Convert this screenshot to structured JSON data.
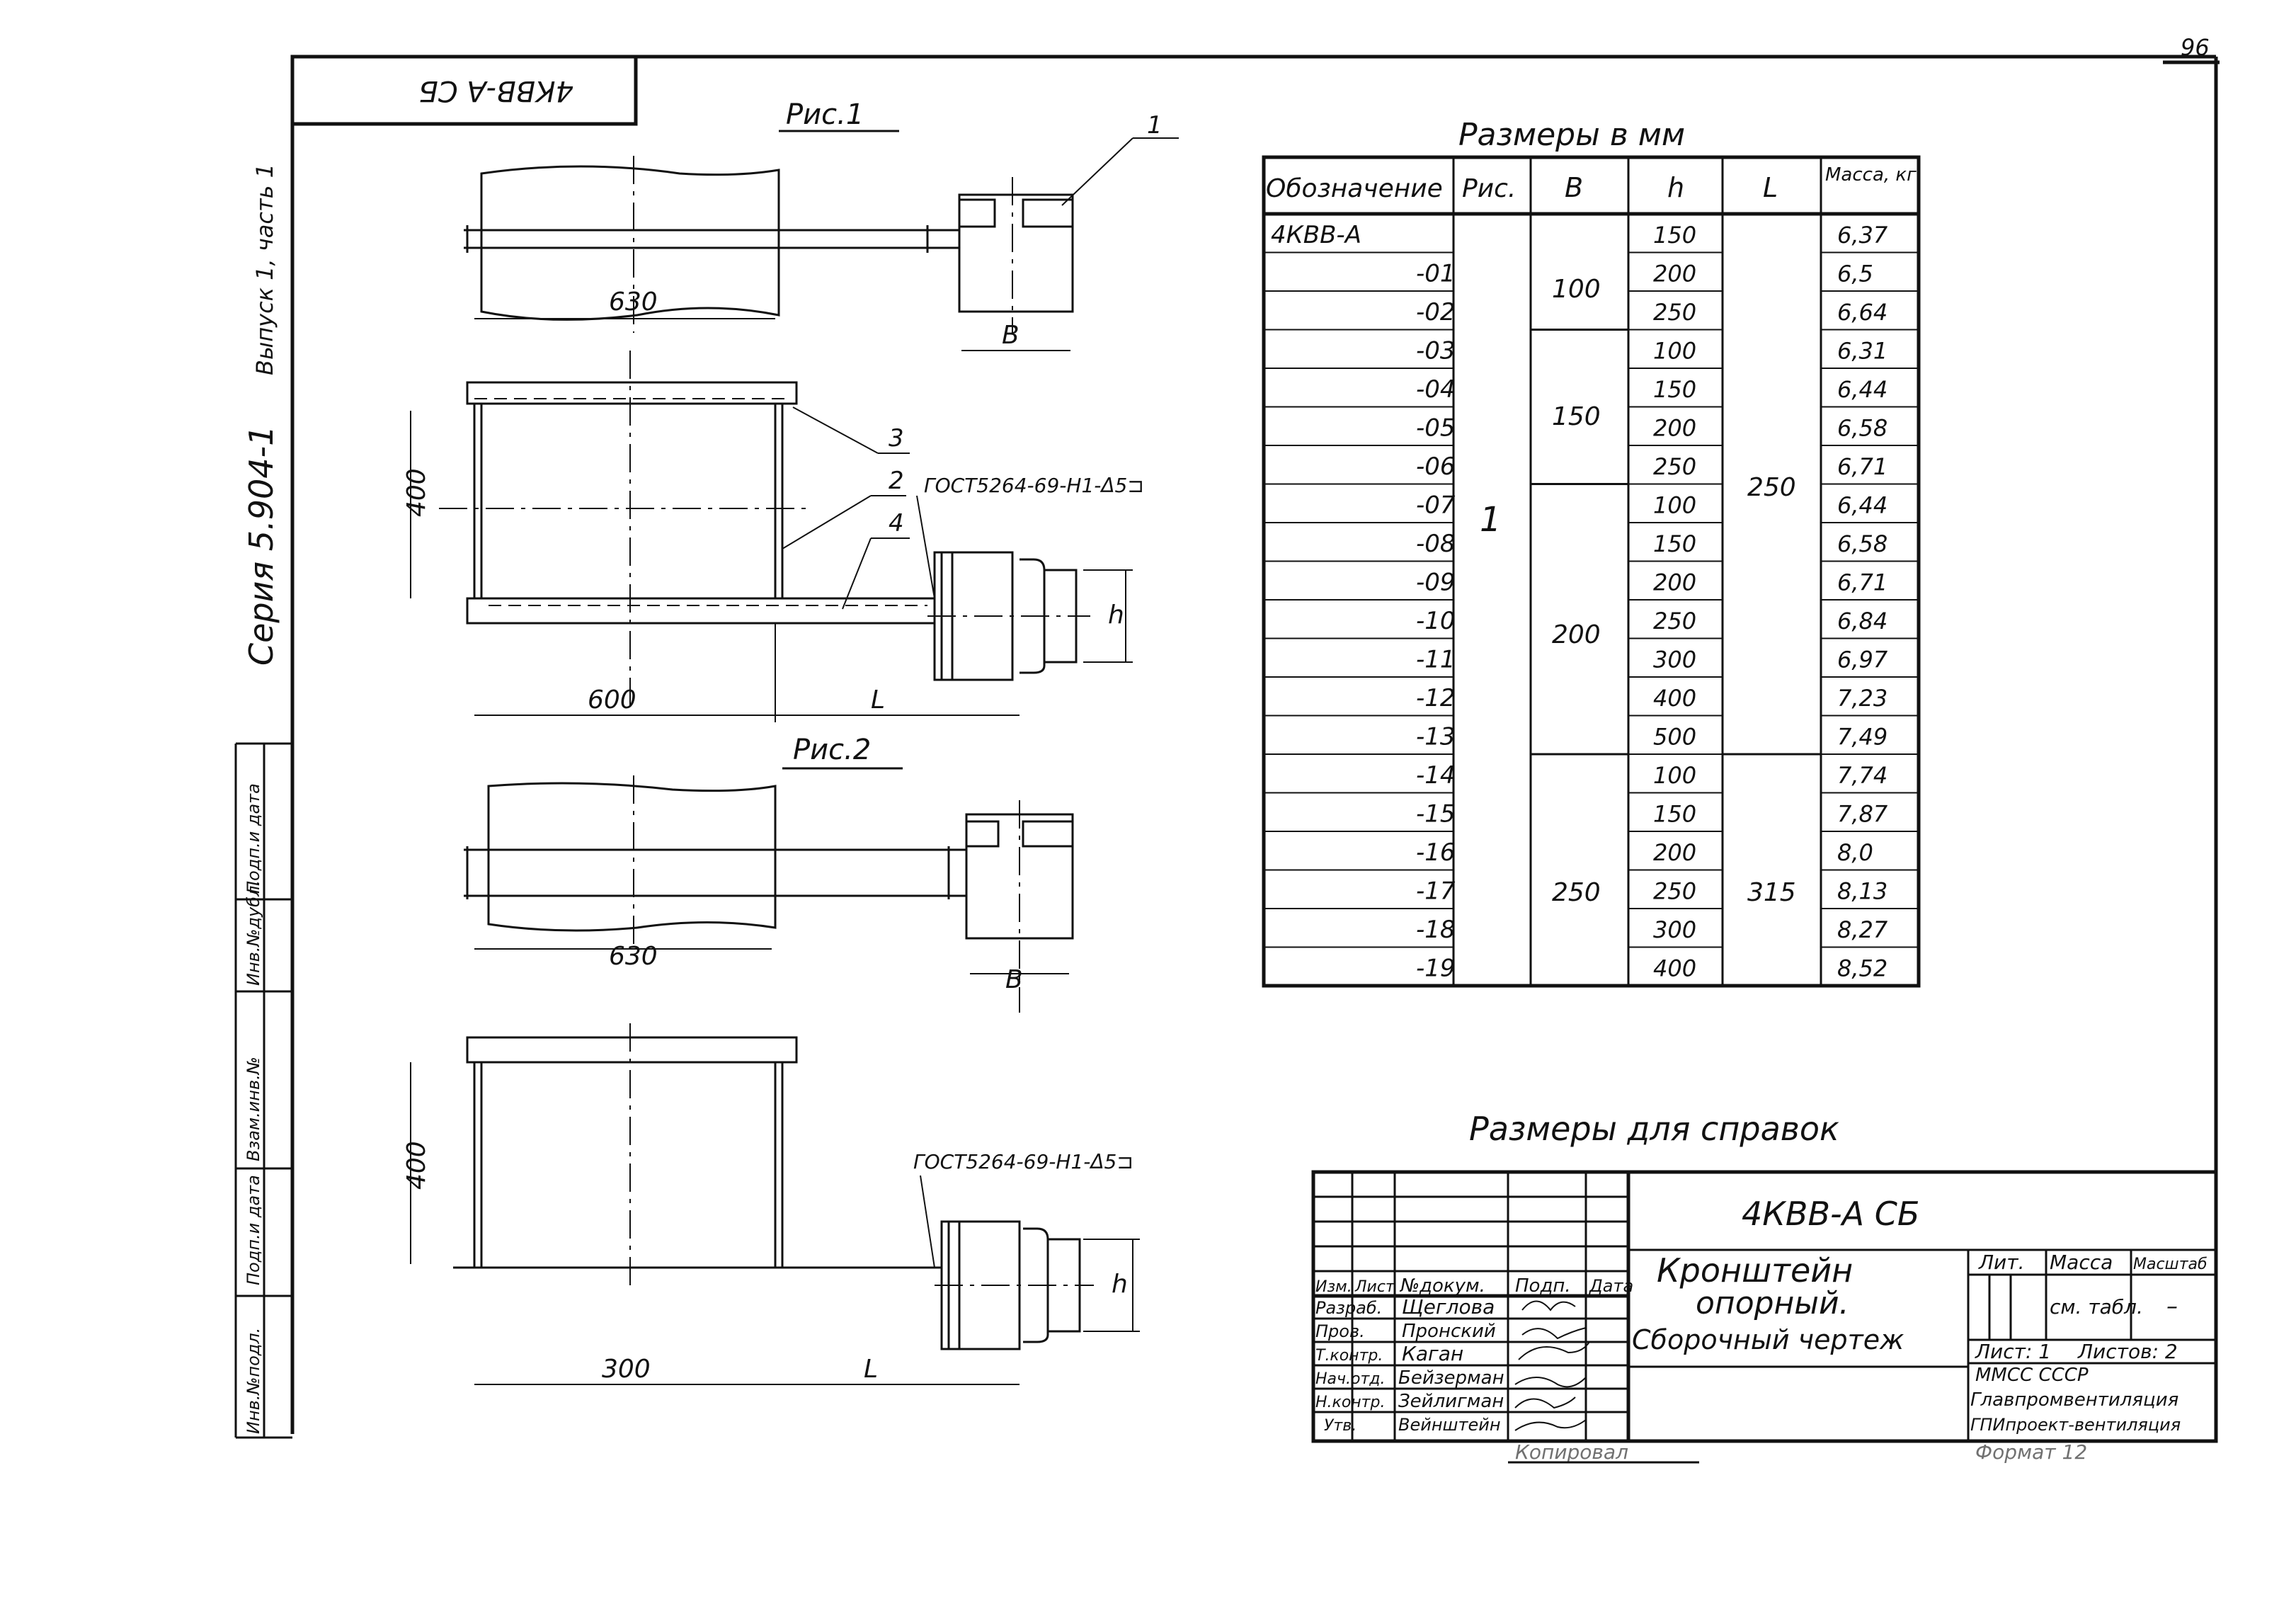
{
  "page_number": "96",
  "stamp_rotated": "4КВВ-А СБ",
  "left_margin": {
    "series": "Серия 5.904-1",
    "issue": "Выпуск 1, часть 1",
    "stamp_fields": [
      "Инв.№подл.",
      "Подп.и дата",
      "Взам.инв.№",
      "Инв.№дубл.",
      "Подп.и дата"
    ]
  },
  "figure1": {
    "title": "Рис.1",
    "dim_630": "630",
    "dim_B": "B",
    "dim_400": "400",
    "dim_600": "600",
    "dim_L": "L",
    "dim_h": "h",
    "callouts": [
      "1",
      "2",
      "3",
      "4"
    ],
    "weld_note": "ГОСТ5264-69-Н1-Δ5⊐"
  },
  "figure2": {
    "title": "Рис.2",
    "dim_630": "630",
    "dim_B": "B",
    "dim_400": "400",
    "dim_300": "300",
    "dim_L": "L",
    "dim_h": "h",
    "weld_note": "ГОСТ5264-69-Н1-Δ5⊐"
  },
  "table": {
    "title": "Размеры   в мм",
    "headers": [
      "Обозначение",
      "Рис.",
      "B",
      "h",
      "L",
      "Масса, кг"
    ],
    "rows": [
      {
        "designation": "4КВВ-А",
        "h": "150",
        "mass": "6,37"
      },
      {
        "designation": "-01",
        "h": "200",
        "mass": "6,5"
      },
      {
        "designation": "-02",
        "h": "250",
        "mass": "6,64"
      },
      {
        "designation": "-03",
        "h": "100",
        "mass": "6,31"
      },
      {
        "designation": "-04",
        "h": "150",
        "mass": "6,44"
      },
      {
        "designation": "-05",
        "h": "200",
        "mass": "6,58"
      },
      {
        "designation": "-06",
        "h": "250",
        "mass": "6,71"
      },
      {
        "designation": "-07",
        "h": "100",
        "mass": "6,44"
      },
      {
        "designation": "-08",
        "h": "150",
        "mass": "6,58"
      },
      {
        "designation": "-09",
        "h": "200",
        "mass": "6,71"
      },
      {
        "designation": "-10",
        "h": "250",
        "mass": "6,84"
      },
      {
        "designation": "-11",
        "h": "300",
        "mass": "6,97"
      },
      {
        "designation": "-12",
        "h": "400",
        "mass": "7,23"
      },
      {
        "designation": "-13",
        "h": "500",
        "mass": "7,49"
      },
      {
        "designation": "-14",
        "h": "100",
        "mass": "7,74"
      },
      {
        "designation": "-15",
        "h": "150",
        "mass": "7,87"
      },
      {
        "designation": "-16",
        "h": "200",
        "mass": "8,0"
      },
      {
        "designation": "-17",
        "h": "250",
        "mass": "8,13"
      },
      {
        "designation": "-18",
        "h": "300",
        "mass": "8,27"
      },
      {
        "designation": "-19",
        "h": "400",
        "mass": "8,52"
      }
    ],
    "merged": {
      "ris": "1",
      "b_groups": [
        "100",
        "150",
        "200",
        "250"
      ],
      "l_groups": [
        "250",
        "315"
      ]
    }
  },
  "reference_note": "Размеры для справок",
  "title_block": {
    "code": "4КВВ-А   СБ",
    "name_line1": "Кронштейн",
    "name_line2": "опорный.",
    "doc_type": "Сборочный чертеж",
    "lit_label": "Лит.",
    "mass_label": "Масса",
    "scale_label": "Масштаб",
    "mass_value": "см. табл.",
    "scale_value": "–",
    "sheet": "Лист: 1",
    "sheets": "Листов: 2",
    "org1": "ММСС   СССР",
    "org2": "Главпромвентиляция",
    "org3": "ГПИпроект-вентиляция",
    "col_headers": [
      "Изм.",
      "Лист",
      "№докум.",
      "Подп.",
      "Дата"
    ],
    "roles": [
      {
        "role": "Разраб.",
        "name": "Щеглова"
      },
      {
        "role": "Пров.",
        "name": "Пронский"
      },
      {
        "role": "Т.контр.",
        "name": "Каган"
      },
      {
        "role": "Нач.отд.",
        "name": "Бейзерман"
      },
      {
        "role": "Н.контр.",
        "name": "Зейлигман"
      },
      {
        "role": "Утв.",
        "name": "Вейнштейн"
      }
    ]
  },
  "footer": {
    "copied": "Копировал",
    "format": "Формат 12"
  }
}
